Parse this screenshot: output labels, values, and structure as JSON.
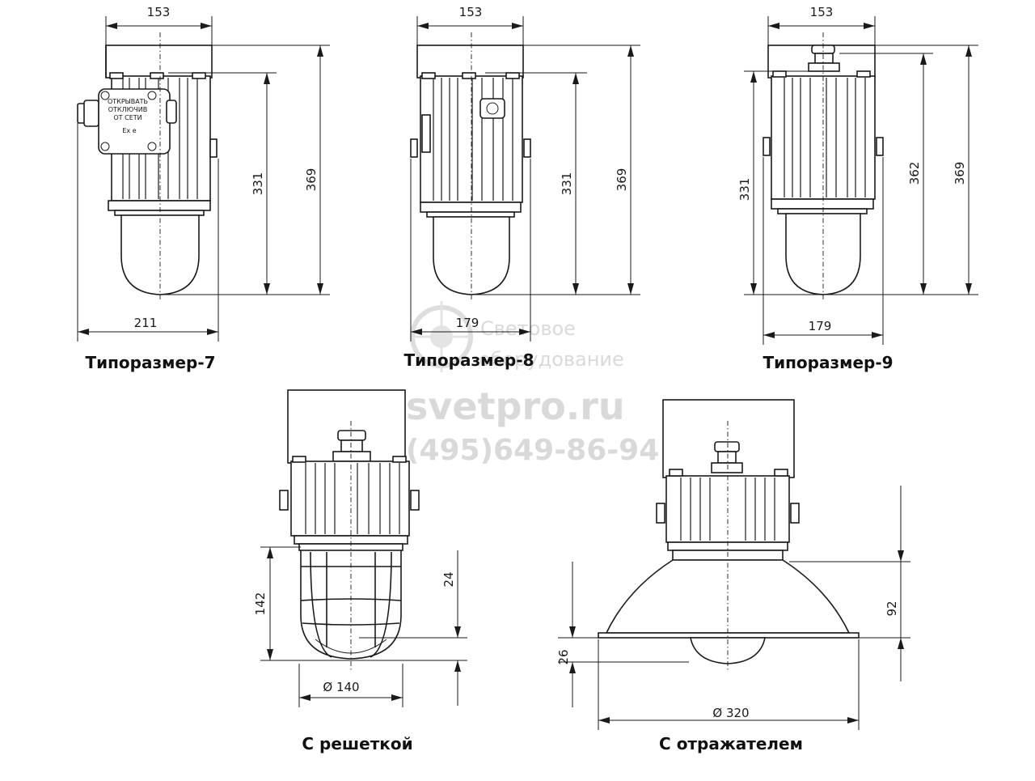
{
  "watermark": {
    "line1": "Световое",
    "line2": "оборудование",
    "site": "svetpro.ru",
    "phone": "(495)649-86-94"
  },
  "views": {
    "t7": {
      "caption": "Типоразмер-7",
      "width_top": "153",
      "height_body": "331",
      "height_total": "369",
      "width_bottom": "211",
      "plate": [
        "ОТКРЫВАТЬ",
        "ОТКЛЮЧИВ",
        "ОТ СЕТИ",
        "Ex e"
      ]
    },
    "t8": {
      "caption": "Типоразмер-8",
      "width_top": "153",
      "height_body": "331",
      "height_total": "369",
      "width_bottom": "179"
    },
    "t9": {
      "caption": "Типоразмер-9",
      "width_top": "153",
      "height_body": "331",
      "height_mid": "362",
      "height_total": "369",
      "width_bottom": "179"
    },
    "grid": {
      "caption": "С решеткой",
      "height_guard": "142",
      "height_small": "24",
      "diameter": "Ø 140"
    },
    "reflector": {
      "caption": "С отражателем",
      "height_reflector": "92",
      "height_rim": "26",
      "diameter": "Ø 320"
    }
  }
}
